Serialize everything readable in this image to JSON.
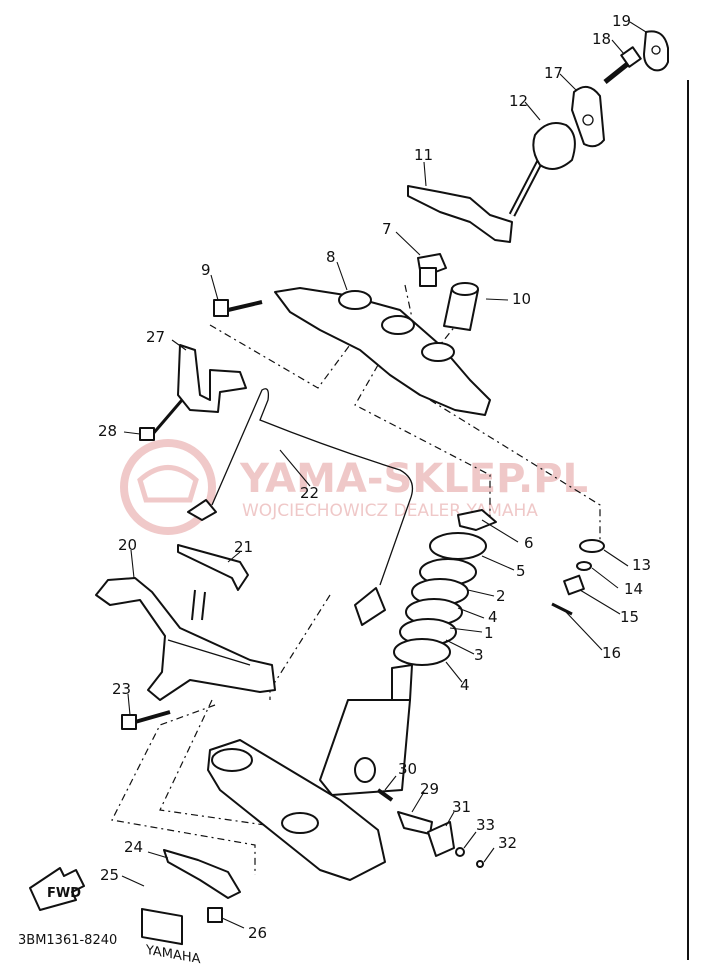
{
  "watermark": {
    "brand": "YAMA-SKLEP.PL",
    "tagline": "WOJCIECHOWICZ DEALER YAMAHA"
  },
  "diagram_code": "3BM1361-8240",
  "fwd_arrow_text": "FWD",
  "emblem_text": "YAMAHA",
  "part_numbers": [
    "1",
    "2",
    "3",
    "4",
    "4",
    "5",
    "6",
    "7",
    "8",
    "9",
    "10",
    "11",
    "12",
    "13",
    "14",
    "15",
    "16",
    "17",
    "18",
    "19",
    "20",
    "21",
    "22",
    "23",
    "24",
    "25",
    "26",
    "27",
    "28",
    "29",
    "30",
    "31",
    "32",
    "33"
  ]
}
